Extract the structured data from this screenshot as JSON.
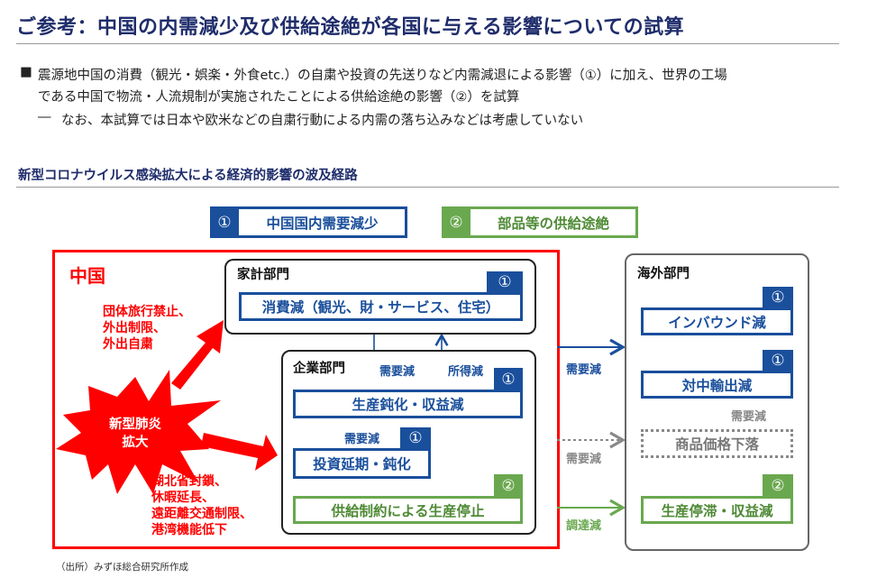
{
  "title": "ご参考：中国の内需減少及び供給途絶が各国に与える影響についての試算",
  "bullets": {
    "line1": "震源地中国の消費（観光・娯楽・外食etc.）の自粛や投資の先送りなど内需減退による影響（①）に加え、世界の工場",
    "line2": "である中国で物流・人流規制が実施されたことによる供給途絶の影響（②）を試算",
    "sub": "なお、本試算では日本や欧米などの自粛行動による内需の落ち込みなどは考慮していない"
  },
  "section_heading": "新型コロナウイルス感染拡大による経済的影響の波及経路",
  "legend": [
    {
      "num": "①",
      "label": "中国国内需要減少"
    },
    {
      "num": "②",
      "label": "部品等の供給途絶"
    }
  ],
  "china": {
    "label": "中国",
    "burst": [
      "新型肺炎",
      "拡大"
    ],
    "note_upper": [
      "団体旅行禁止、",
      "外出制限、",
      "外出自粛"
    ],
    "note_lower": [
      "湖北省封鎖、",
      "休暇延長、",
      "遠距離交通制限、",
      "港湾機能低下"
    ],
    "household": {
      "label": "家計部門",
      "box": "消費減（観光、財・サービス、住宅）",
      "num": "①"
    },
    "corporate": {
      "label": "企業部門",
      "production": {
        "label": "生産鈍化・収益減",
        "num": "①"
      },
      "investment": {
        "label": "投資延期・鈍化",
        "num": "①"
      },
      "supply": {
        "label": "供給制約による生産停止",
        "num": "②"
      }
    },
    "flows": {
      "demand_down": "需要減",
      "income_down": "所得減",
      "invest_demand": "需要減"
    }
  },
  "links": {
    "blue": "需要減",
    "gray": "需要減",
    "green": "調達減"
  },
  "overseas": {
    "label": "海外部門",
    "inbound": {
      "label": "インバウンド減",
      "num": "①"
    },
    "exports": {
      "label": "対中輸出減",
      "num": "①"
    },
    "prices": {
      "label": "商品価格下落"
    },
    "prices_flow": "需要減",
    "stagnation": {
      "label": "生産停滞・収益減",
      "num": "②"
    }
  },
  "source": "（出所）みずほ総合研究所作成",
  "colors": {
    "blue": "#1a4f9c",
    "green": "#6aa84f",
    "red": "#ff0000",
    "navy": "#1f2d6b"
  }
}
